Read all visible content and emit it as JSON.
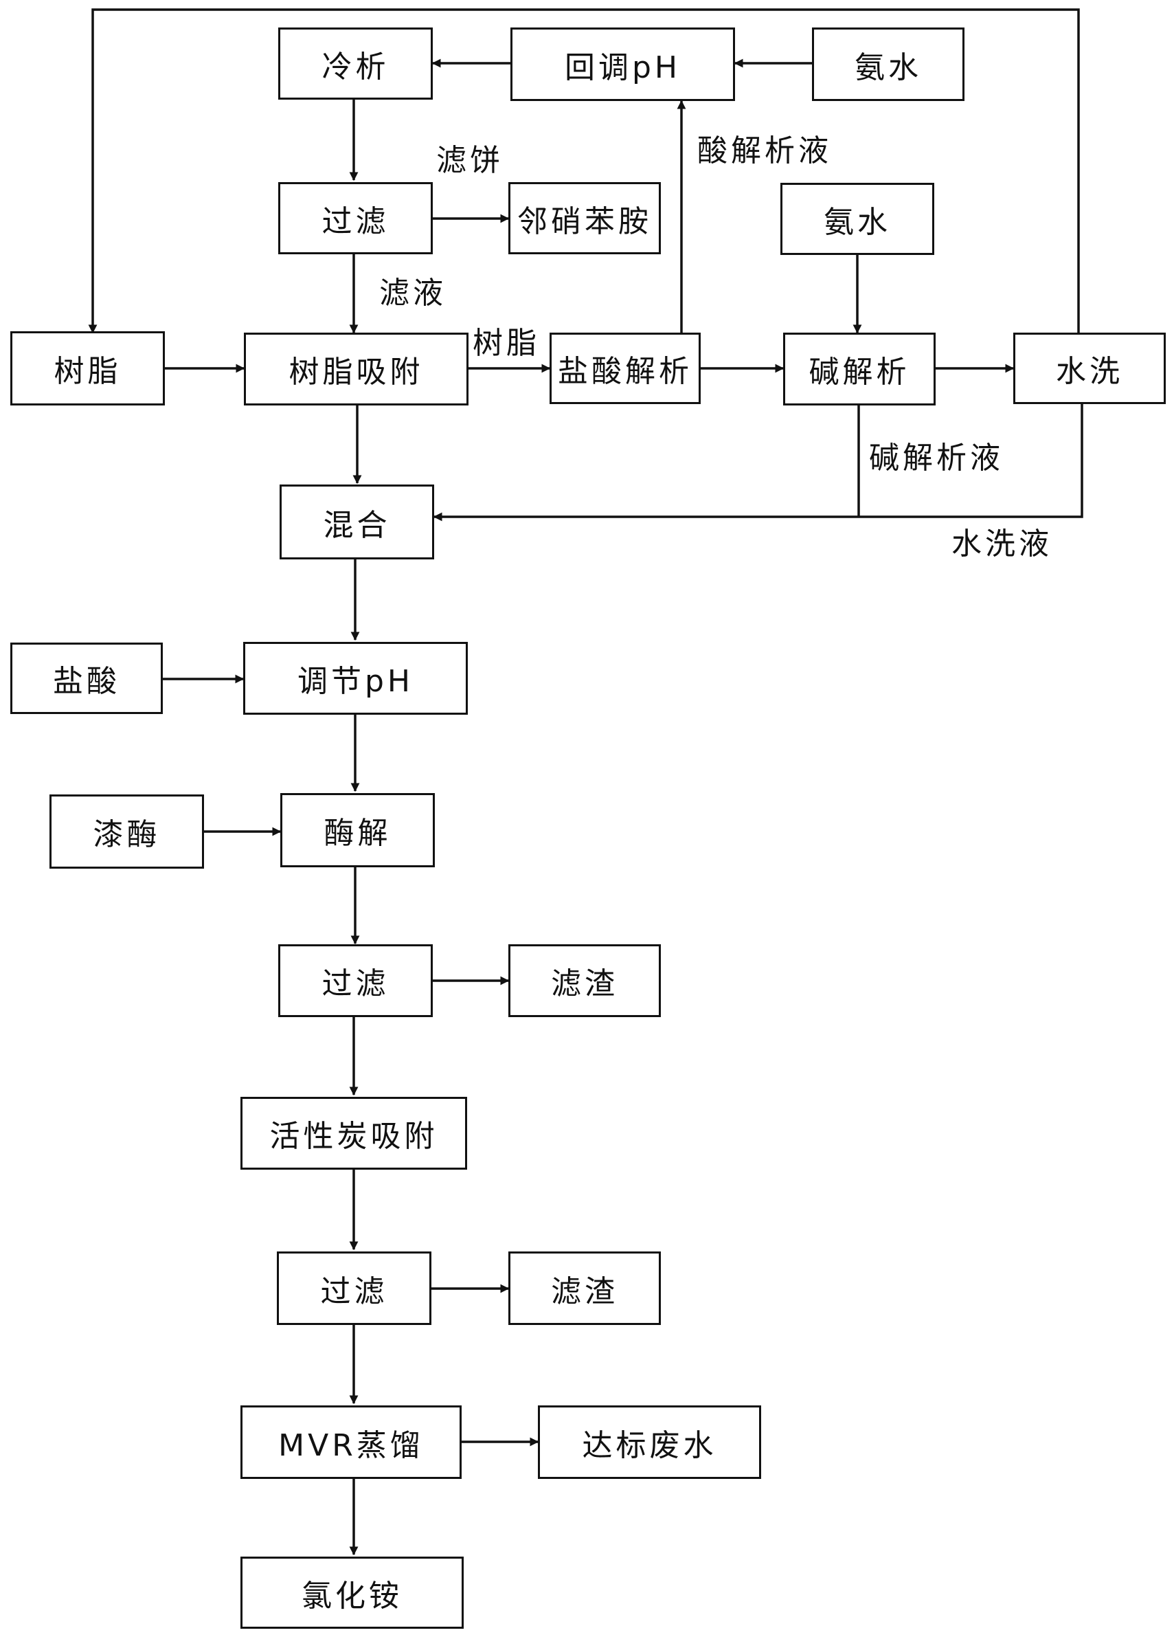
{
  "nodes": {
    "cold_crystallize": "冷析",
    "readjust_ph": "回调pH",
    "ammonia_top": "氨水",
    "filter_1": "过滤",
    "o_nitroaniline": "邻硝苯胺",
    "ammonia_mid": "氨水",
    "resin": "树脂",
    "resin_adsorption": "树脂吸附",
    "hcl_desorption": "盐酸解析",
    "alkali_desorption": "碱解析",
    "water_wash": "水洗",
    "mixing": "混合",
    "hydrochloric_acid": "盐酸",
    "adjust_ph": "调节pH",
    "laccase": "漆酶",
    "enzymolysis": "酶解",
    "filter_2": "过滤",
    "residue_1": "滤渣",
    "activated_carbon": "活性炭吸附",
    "filter_3": "过滤",
    "residue_2": "滤渣",
    "mvr_distillation": "MVR蒸馏",
    "compliant_wastewater": "达标废水",
    "ammonium_chloride": "氯化铵"
  },
  "labels": {
    "filter_cake": "滤饼",
    "acid_eluate": "酸解析液",
    "filtrate": "滤液",
    "resin_transfer": "树脂",
    "alkali_eluate": "碱解析液",
    "wash_liquid": "水洗液"
  }
}
